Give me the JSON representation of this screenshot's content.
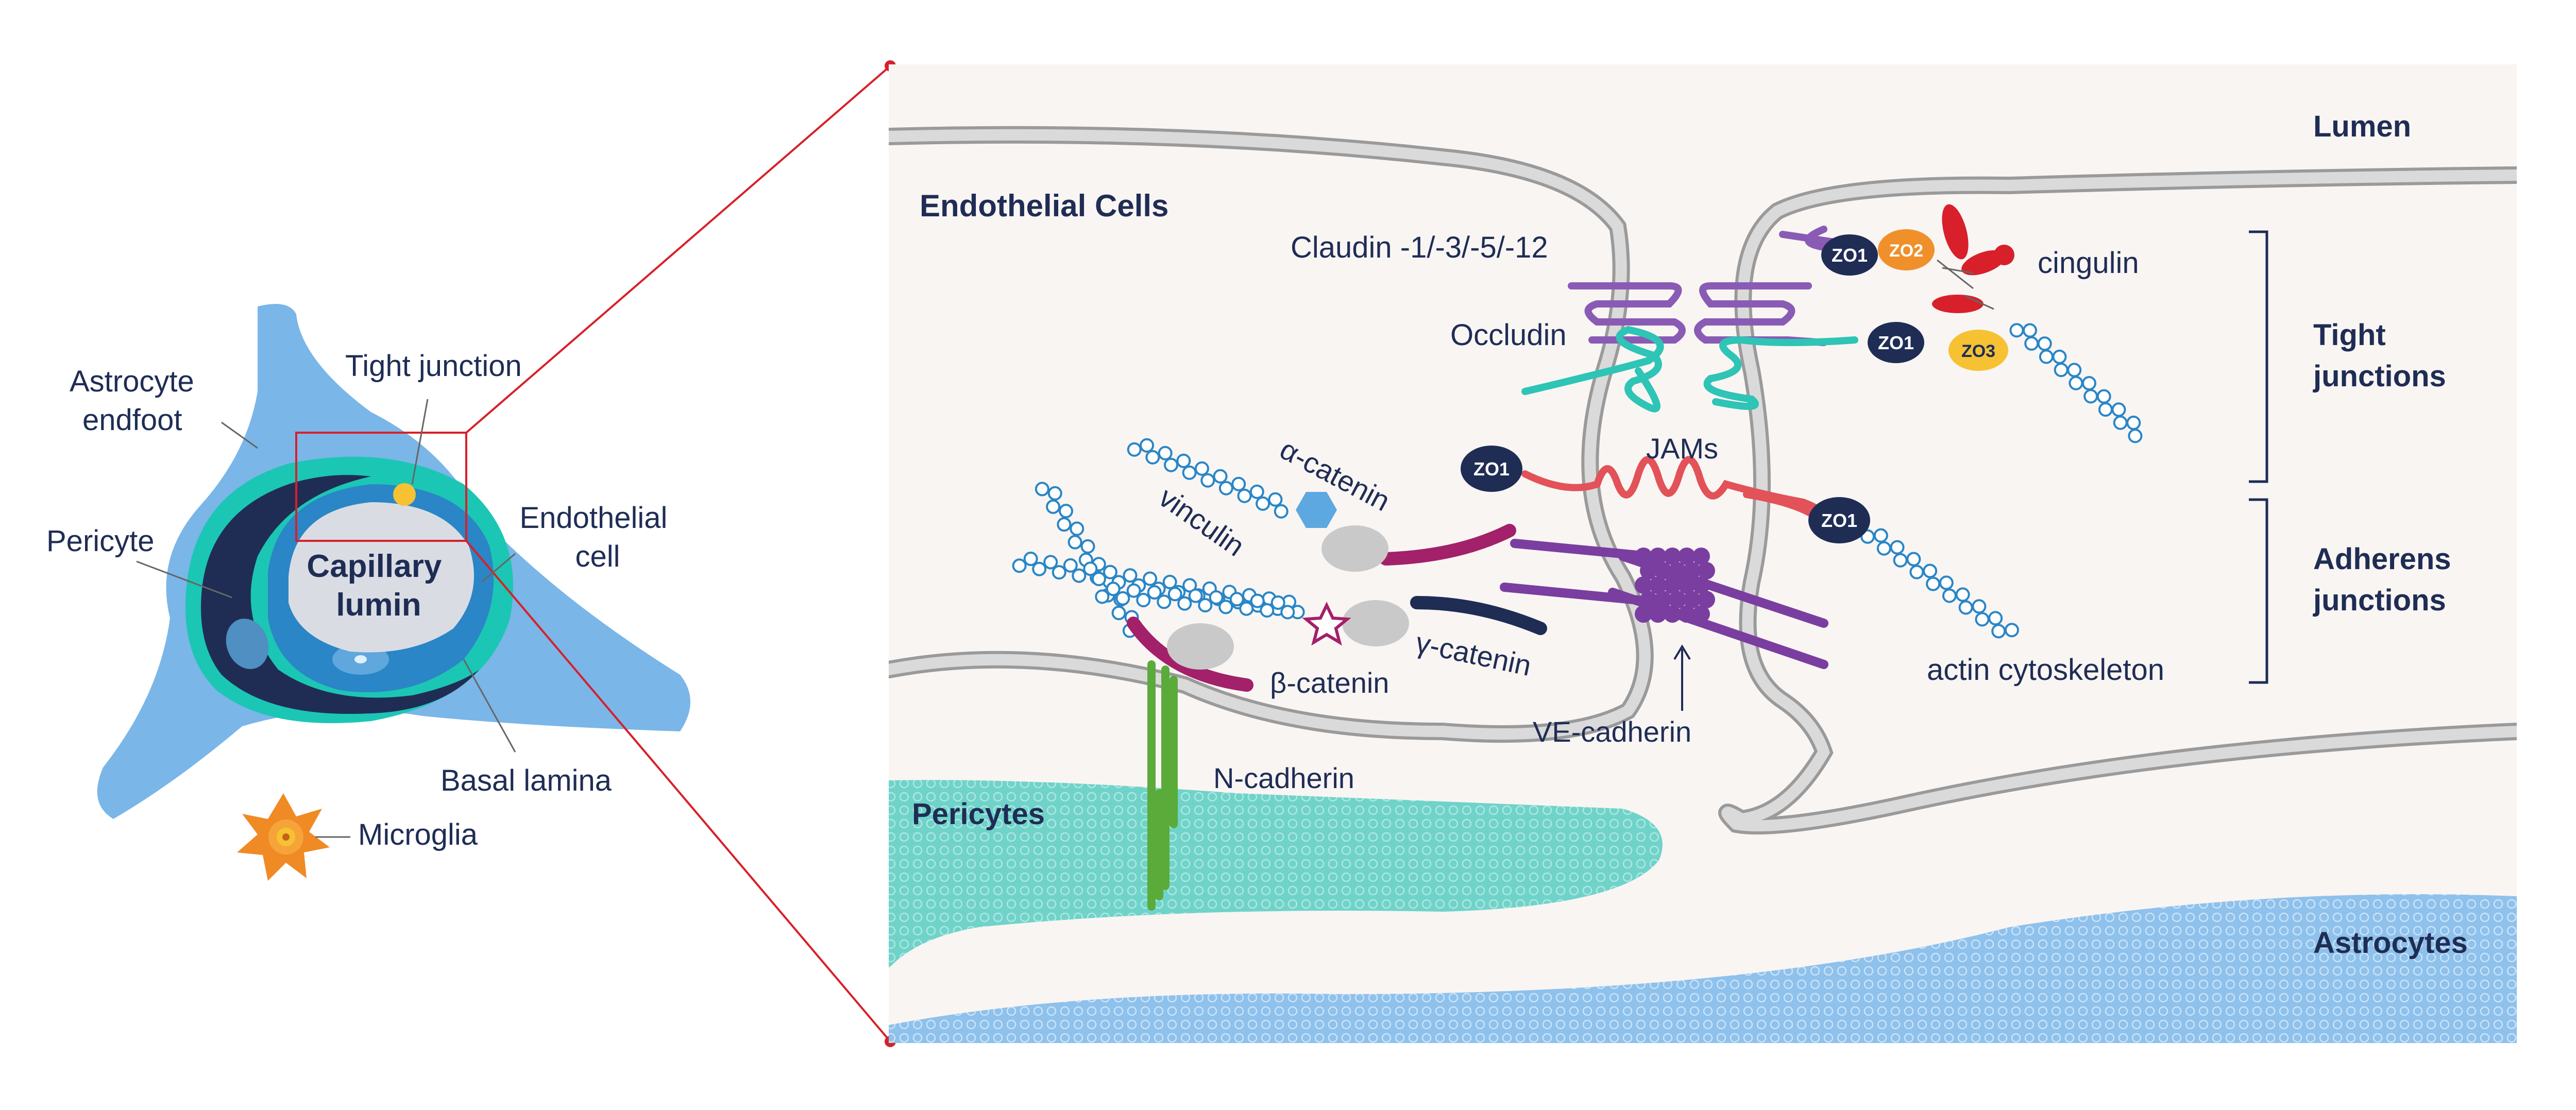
{
  "left_panel": {
    "labels": {
      "astrocyte_endfoot": [
        "Astrocyte",
        "endfoot"
      ],
      "tight_junction": "Tight junction",
      "pericyte": "Pericyte",
      "capillary_lumin": [
        "Capillary",
        "lumin"
      ],
      "endothelial_cell": [
        "Endothelial",
        "cell"
      ],
      "basal_lamina": "Basal lamina",
      "microglia": "Microglia"
    }
  },
  "right_panel": {
    "region_labels": {
      "lumen": "Lumen",
      "endothelial_cells": "Endothelial Cells",
      "pericytes": "Pericytes",
      "astrocytes": "Astrocytes"
    },
    "bracket_labels": {
      "tight_junctions": [
        "Tight",
        "junctions"
      ],
      "adherens_junctions": [
        "Adherens",
        "junctions"
      ]
    },
    "protein_labels": {
      "claudin": "Claudin -1/-3/-5/-12",
      "occludin": "Occludin",
      "cingulin": "cingulin",
      "jams": "JAMs",
      "alpha_catenin": "α-catenin",
      "vinculin": "vinculin",
      "beta_catenin": "β-catenin",
      "gamma_catenin": "γ-catenin",
      "n_cadherin": "N-cadherin",
      "ve_cadherin": "VE-cadherin",
      "actin_cytoskeleton": "actin cytoskeleton"
    },
    "badges": {
      "zo1": "ZO1",
      "zo2": "ZO2",
      "zo3": "ZO3"
    }
  },
  "colors": {
    "navy": "#1f2d55",
    "astrocyte_blue": "#7ab6e8",
    "teal": "#1cc6b4",
    "endothelial_blue": "#2a86c6",
    "lumen_grey": "#d9dde3",
    "accent_red": "#d8202a",
    "claudin_purple": "#8a5bb5",
    "occludin_teal": "#2ec4b6",
    "jam_red": "#e25258",
    "catenin_magenta": "#a3206a",
    "ve_cadherin_purple": "#7a3ea0",
    "n_cadherin_green": "#5aab3a",
    "zo2_orange": "#f0902a",
    "zo3_yellow": "#f6c233"
  }
}
